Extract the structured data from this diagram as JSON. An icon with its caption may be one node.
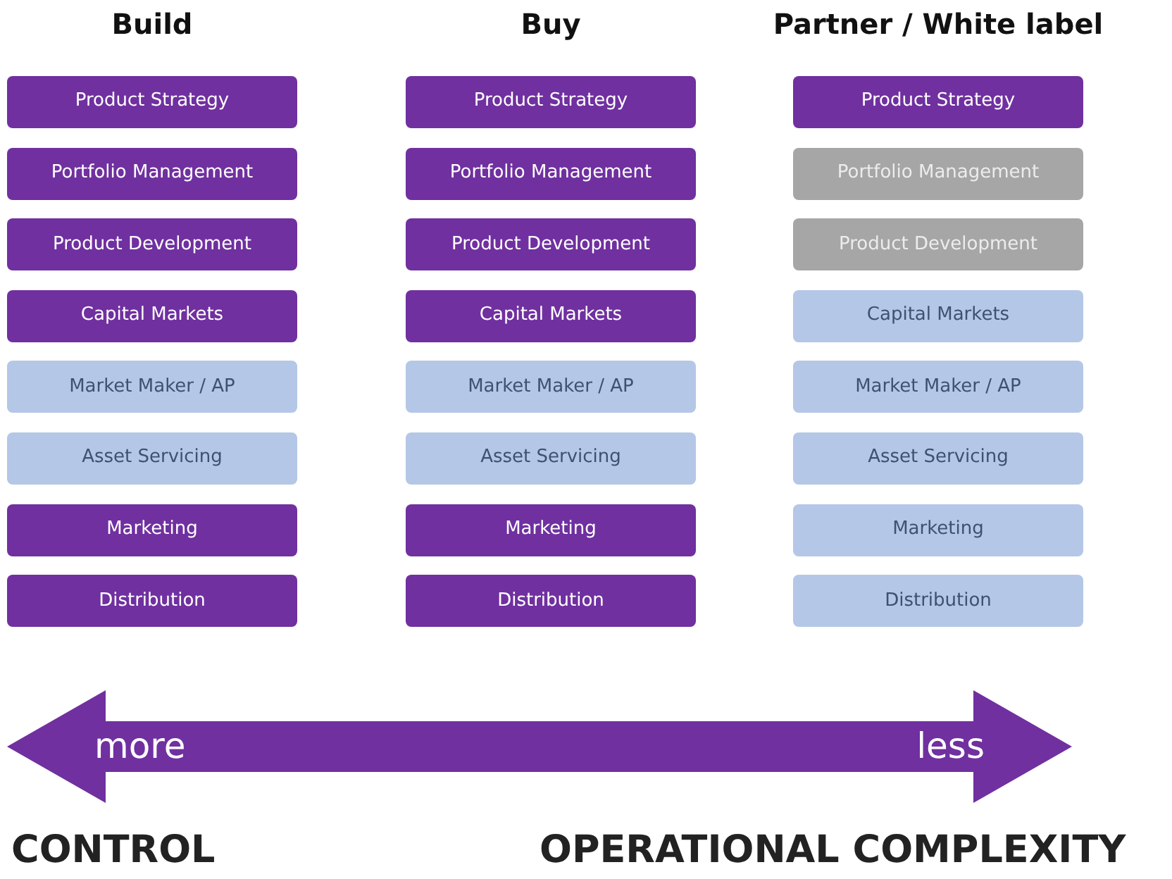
{
  "diagram": {
    "nodes": [
      {
        "text": [
          "Product Strategy"
        ]
      },
      {
        "text": [
          "Portfolio Management"
        ]
      },
      {
        "text": [
          "Product Development"
        ]
      },
      {
        "text": [
          "Capital Markets"
        ]
      },
      {
        "text": [
          "Market Maker / AP"
        ]
      },
      {
        "text": [
          "Asset Servicing"
        ]
      },
      {
        "text": [
          "Marketing"
        ]
      },
      {
        "text": [
          "Distribution"
        ]
      },
      {
        "text": [
          "Product Strategy"
        ]
      },
      {
        "text": [
          "Portfolio Management"
        ]
      },
      {
        "text": [
          "Product Development"
        ]
      },
      {
        "text": [
          "Capital Markets"
        ]
      },
      {
        "text": [
          "Market Maker / AP"
        ]
      },
      {
        "text": [
          "Asset Servicing"
        ]
      },
      {
        "text": [
          "Marketing"
        ]
      },
      {
        "text": [
          "Distribution"
        ]
      },
      {
        "text": [
          "Product Strategy"
        ]
      },
      {
        "text": [
          "Portfolio Management"
        ]
      },
      {
        "text": [
          "Product Development"
        ]
      },
      {
        "text": [
          "Capital Markets"
        ]
      },
      {
        "text": [
          "Market Maker / AP"
        ]
      },
      {
        "text": [
          "Asset Servicing"
        ]
      },
      {
        "text": [
          "Marketing"
        ]
      },
      {
        "text": [
          "Distribution"
        ]
      },
      {
        "text": [
          "more",
          "less"
        ]
      }
    ],
    "labels": [
      "Build",
      "Buy",
      "Partner / White label",
      "CONTROL",
      "OPERATIONAL COMPLEXITY"
    ]
  }
}
